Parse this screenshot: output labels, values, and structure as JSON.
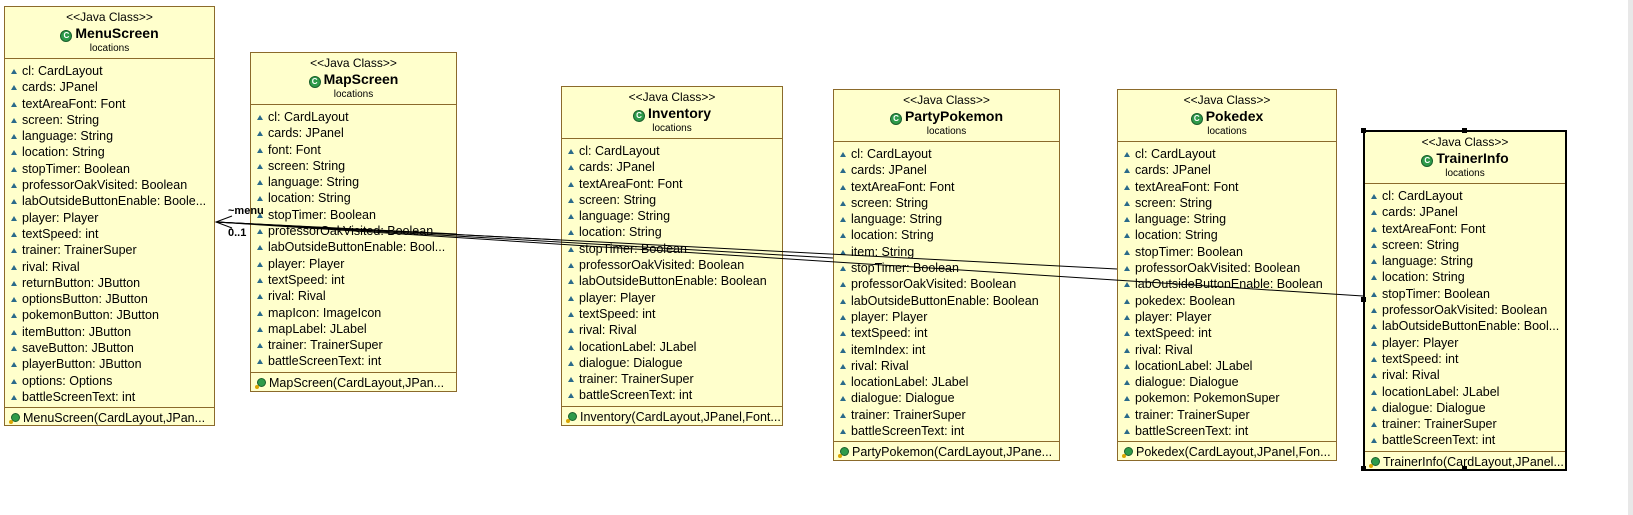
{
  "stereotype": "<<Java Class>>",
  "package": "locations",
  "association": {
    "role": "~menu",
    "multiplicity": "0..1"
  },
  "classes": [
    {
      "name": "MenuScreen",
      "attributes": [
        "cl: CardLayout",
        "cards: JPanel",
        "textAreaFont: Font",
        "screen: String",
        "language: String",
        "location: String",
        "stopTimer: Boolean",
        "professorOakVisited: Boolean",
        "labOutsideButtonEnable: Boole...",
        "player: Player",
        "textSpeed: int",
        "trainer: TrainerSuper",
        "rival: Rival",
        "returnButton: JButton",
        "optionsButton: JButton",
        "pokemonButton: JButton",
        "itemButton: JButton",
        "saveButton: JButton",
        "playerButton: JButton",
        "options: Options",
        "battleScreenText: int"
      ],
      "operation": "MenuScreen(CardLayout,JPan..."
    },
    {
      "name": "MapScreen",
      "attributes": [
        "cl: CardLayout",
        "cards: JPanel",
        "font: Font",
        "screen: String",
        "language: String",
        "location: String",
        "stopTimer: Boolean",
        "professorOakVisited: Boolean",
        "labOutsideButtonEnable: Bool...",
        "player: Player",
        "textSpeed: int",
        "rival: Rival",
        "mapIcon: ImageIcon",
        "mapLabel: JLabel",
        "trainer: TrainerSuper",
        "battleScreenText: int"
      ],
      "operation": "MapScreen(CardLayout,JPan..."
    },
    {
      "name": "Inventory",
      "attributes": [
        "cl: CardLayout",
        "cards: JPanel",
        "textAreaFont: Font",
        "screen: String",
        "language: String",
        "location: String",
        "stopTimer: Boolean",
        "professorOakVisited: Boolean",
        "labOutsideButtonEnable: Boolean",
        "player: Player",
        "textSpeed: int",
        "rival: Rival",
        "locationLabel: JLabel",
        "dialogue: Dialogue",
        "trainer: TrainerSuper",
        "battleScreenText: int"
      ],
      "operation": "Inventory(CardLayout,JPanel,Font..."
    },
    {
      "name": "PartyPokemon",
      "attributes": [
        "cl: CardLayout",
        "cards: JPanel",
        "textAreaFont: Font",
        "screen: String",
        "language: String",
        "location: String",
        "item: String",
        "stopTimer: Boolean",
        "professorOakVisited: Boolean",
        "labOutsideButtonEnable: Boolean",
        "player: Player",
        "textSpeed: int",
        "itemIndex: int",
        "rival: Rival",
        "locationLabel: JLabel",
        "dialogue: Dialogue",
        "trainer: TrainerSuper",
        "battleScreenText: int"
      ],
      "operation": "PartyPokemon(CardLayout,JPane..."
    },
    {
      "name": "Pokedex",
      "attributes": [
        "cl: CardLayout",
        "cards: JPanel",
        "textAreaFont: Font",
        "screen: String",
        "language: String",
        "location: String",
        "stopTimer: Boolean",
        "professorOakVisited: Boolean",
        "labOutsideButtonEnable: Boolean",
        "pokedex: Boolean",
        "player: Player",
        "textSpeed: int",
        "rival: Rival",
        "locationLabel: JLabel",
        "dialogue: Dialogue",
        "pokemon: PokemonSuper",
        "trainer: TrainerSuper",
        "battleScreenText: int"
      ],
      "operation": "Pokedex(CardLayout,JPanel,Fon..."
    },
    {
      "name": "TrainerInfo",
      "attributes": [
        "cl: CardLayout",
        "cards: JPanel",
        "textAreaFont: Font",
        "screen: String",
        "language: String",
        "location: String",
        "stopTimer: Boolean",
        "professorOakVisited: Boolean",
        "labOutsideButtonEnable: Bool...",
        "player: Player",
        "textSpeed: int",
        "rival: Rival",
        "locationLabel: JLabel",
        "dialogue: Dialogue",
        "trainer: TrainerSuper",
        "battleScreenText: int"
      ],
      "operation": "TrainerInfo(CardLayout,JPanel..."
    }
  ]
}
